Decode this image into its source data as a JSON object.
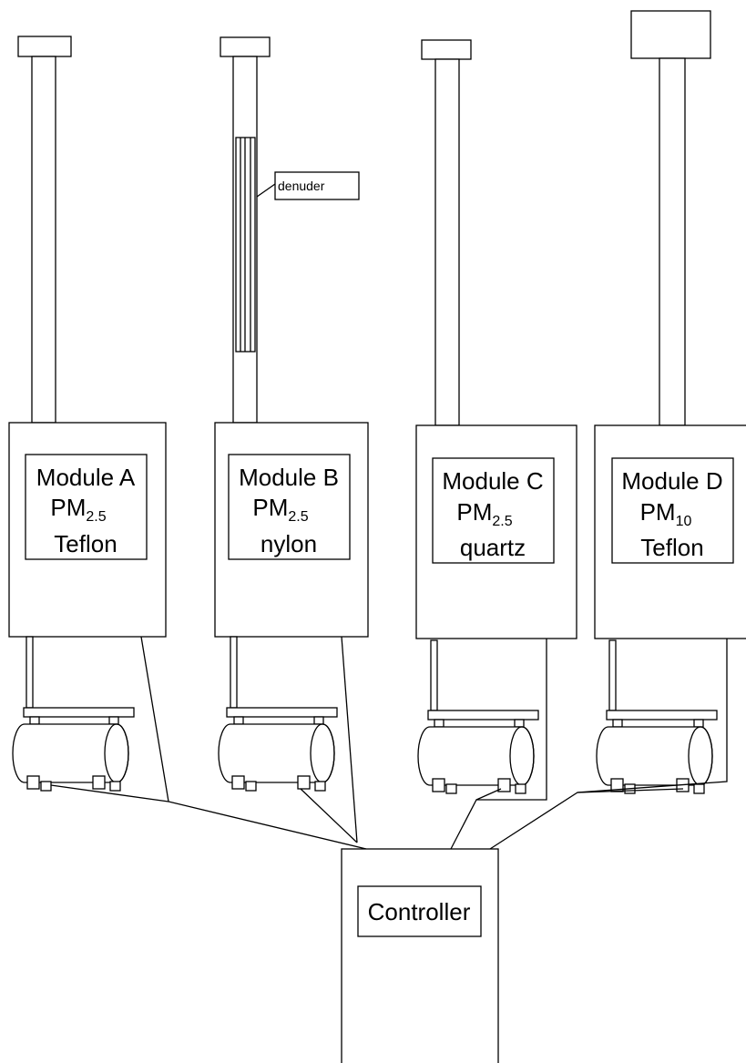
{
  "modules": [
    {
      "id": "A",
      "name": "Module A",
      "pm_prefix": "PM",
      "pm_sub": "2.5",
      "filter": "Teflon"
    },
    {
      "id": "B",
      "name": "Module B",
      "pm_prefix": "PM",
      "pm_sub": "2.5",
      "filter": "nylon"
    },
    {
      "id": "C",
      "name": "Module C",
      "pm_prefix": "PM",
      "pm_sub": "2.5",
      "filter": "quartz"
    },
    {
      "id": "D",
      "name": "Module D",
      "pm_prefix": "PM",
      "pm_sub": "10",
      "filter": "Teflon"
    }
  ],
  "denuder_label": "denuder",
  "controller_label": "Controller"
}
